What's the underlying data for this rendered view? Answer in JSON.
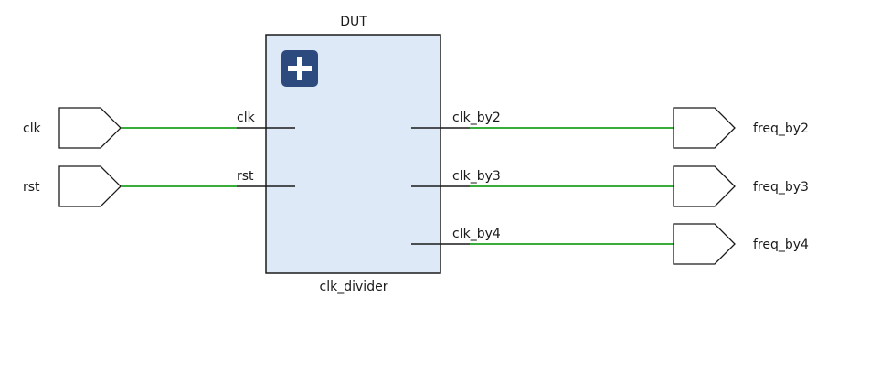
{
  "block": {
    "instance_name": "DUT",
    "module_name": "clk_divider",
    "expand_icon": "plus-icon",
    "fill_color": "#dde9f7",
    "icon_color": "#2c4a7e",
    "inputs": [
      "clk",
      "rst"
    ],
    "outputs": [
      "clk_by2",
      "clk_by3",
      "clk_by4"
    ]
  },
  "input_ports": [
    {
      "name": "clk",
      "connects_to": "clk"
    },
    {
      "name": "rst",
      "connects_to": "rst"
    }
  ],
  "output_ports": [
    {
      "name": "freq_by2",
      "connects_to": "clk_by2"
    },
    {
      "name": "freq_by3",
      "connects_to": "clk_by3"
    },
    {
      "name": "freq_by4",
      "connects_to": "clk_by4"
    }
  ],
  "wire_color": "#1ea01e"
}
